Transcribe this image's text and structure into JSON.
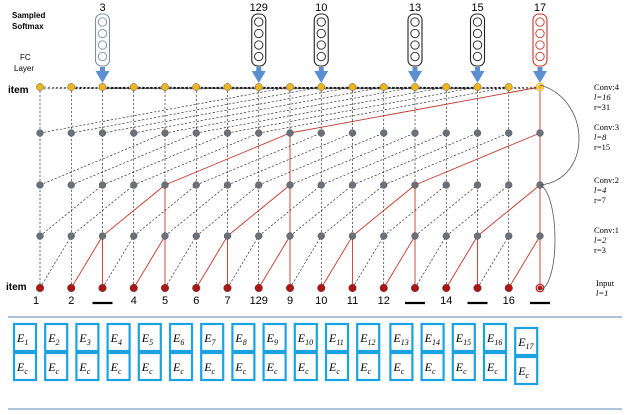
{
  "labels": {
    "softmax": "Sampled Softmax",
    "fc": "FC Layer",
    "item_top": "item",
    "item_bottom": "item"
  },
  "layers": [
    {
      "name": "Conv:4",
      "l": "l=16",
      "r": "r=31"
    },
    {
      "name": "Conv:3",
      "l": "l=8",
      "r": "r=15"
    },
    {
      "name": "Conv:2",
      "l": "l=4",
      "r": "r=7"
    },
    {
      "name": "Conv:1",
      "l": "l=2",
      "r": "r=3"
    },
    {
      "name": "Input",
      "l": "l=1",
      "r": ""
    }
  ],
  "input_tokens": [
    "1",
    "2",
    "",
    "4",
    "5",
    "6",
    "7",
    "129",
    "9",
    "10",
    "11",
    "12",
    "",
    "14",
    "",
    "16",
    ""
  ],
  "masked_positions": [
    3,
    13,
    15,
    17
  ],
  "softmax_targets": [
    {
      "label": "3",
      "position": 3,
      "color": "#7c8ea6"
    },
    {
      "label": "129",
      "position": 8,
      "color": "#222222"
    },
    {
      "label": "10",
      "position": 10,
      "color": "#222222"
    },
    {
      "label": "13",
      "position": 13,
      "color": "#222222"
    },
    {
      "label": "15",
      "position": 15,
      "color": "#222222"
    },
    {
      "label": "17",
      "position": 17,
      "color": "#c0392b"
    }
  ],
  "embeddings": {
    "item_prefix": "E",
    "item_subscripts": [
      "1",
      "2",
      "3",
      "4",
      "5",
      "6",
      "7",
      "8",
      "9",
      "10",
      "11",
      "12",
      "13",
      "14",
      "15",
      "16",
      "17"
    ],
    "context_prefix": "E",
    "context_subscript": "c"
  },
  "colors": {
    "top_node": "#f2b51c",
    "hidden_node": "#6b7079",
    "input_node": "#b01515",
    "red_edge": "#c0392b",
    "arrow": "#5b8fd0",
    "emb_border": "#1aa3e0",
    "separator": "#5a86b5"
  }
}
